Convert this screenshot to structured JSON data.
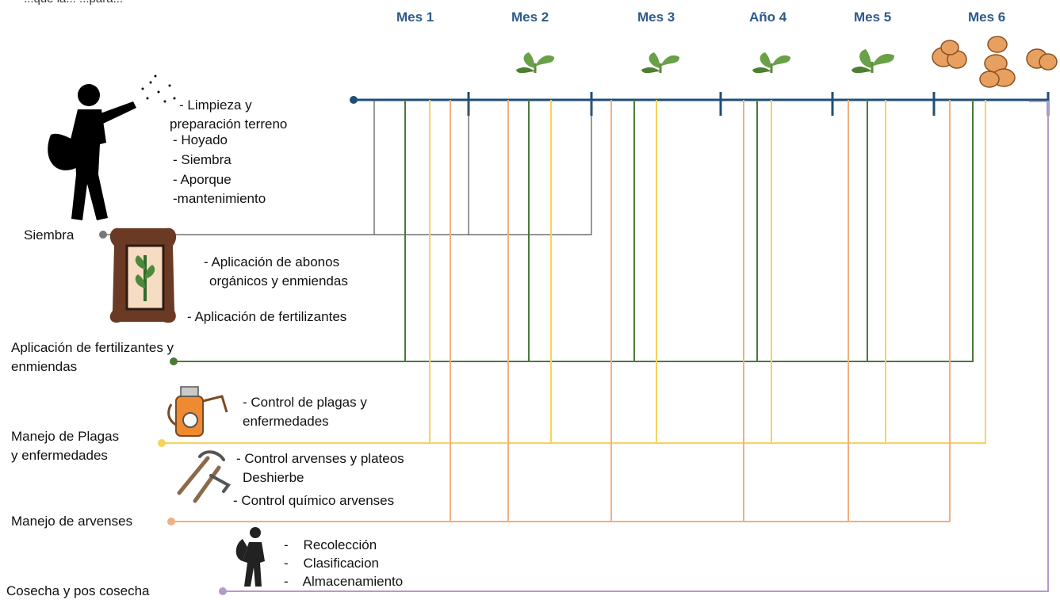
{
  "top_note": "...que la... ...para...",
  "months": [
    "Mes 1",
    "Mes 2",
    "Mes 3",
    "Año 4",
    "Mes 5",
    "Mes 6"
  ],
  "colors": {
    "timeline": "#1f4e79",
    "siembra": "#666666",
    "fertilizantes": "#4a7a3a",
    "plagas": "#f7d35a",
    "arvenses": "#f0b080",
    "cosecha": "#b59ac7"
  },
  "categories": {
    "siembra": {
      "label": "Siembra",
      "activities": [
        "- Limpieza y",
        "preparación terreno",
        "- Hoyado",
        "- Siembra",
        "- Aporque",
        "-mantenimiento"
      ]
    },
    "fertilizantes": {
      "label_line1": "Aplicación de fertilizantes y",
      "label_line2": "enmiendas",
      "activities": [
        "- Aplicación de abonos",
        "orgánicos y enmiendas",
        "- Aplicación de fertilizantes"
      ]
    },
    "plagas": {
      "label_line1": "Manejo de Plagas",
      "label_line2": "y enfermedades",
      "activities": [
        "- Control de plagas y",
        "enfermedades"
      ]
    },
    "arvenses": {
      "label": "Manejo de arvenses",
      "activities": [
        "- Control arvenses y plateos",
        "Deshierbe",
        "- Control químico arvenses"
      ]
    },
    "cosecha": {
      "label": "Cosecha y pos cosecha",
      "activities": [
        "-    Recolección",
        "-    Clasificacion",
        "-    Almacenamiento"
      ]
    }
  },
  "icons": {
    "farmer": "farmer-sowing-icon",
    "sack": "fertilizer-sack-icon",
    "sprayer": "sprayer-icon",
    "tools": "hoe-tools-icon",
    "harvester": "harvester-icon",
    "seedling": "seedling-icon",
    "potato": "potato-icon"
  }
}
